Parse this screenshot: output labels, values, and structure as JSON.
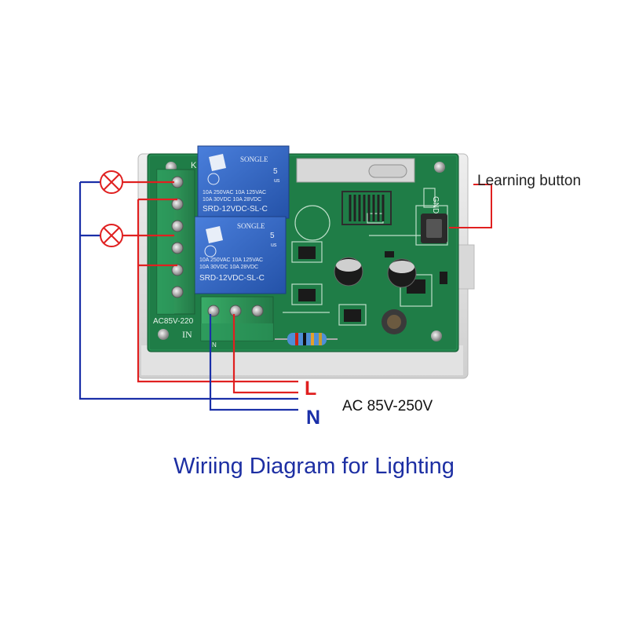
{
  "colors": {
    "line_live": "#e02020",
    "line_neutral": "#1a2fa8",
    "pcb": "#1d7a45",
    "relay": "#2f63c4",
    "terminal": "#2f9a5c",
    "title": "#1d2fa3"
  },
  "relays": [
    {
      "brand": "SONGLE",
      "rating_1": "10A 250VAC  10A 125VAC",
      "rating_2": "10A  30VDC  10A  28VDC",
      "model": "SRD-12VDC-SL-C",
      "pin": "5",
      "mark": "us"
    },
    {
      "brand": "SONGLE",
      "rating_1": "10A 250VAC  10A 125VAC",
      "rating_2": "10A  30VDC  10A  28VDC",
      "model": "SRD-12VDC-SL-C",
      "pin": "5",
      "mark": "us"
    }
  ],
  "board_labels": {
    "k": "K",
    "ac_range": "AC85V-220",
    "in": "IN",
    "gnd": "GND",
    "n_pin": "N"
  },
  "callouts": {
    "learning_button": "Learning button",
    "live": "L",
    "neutral": "N",
    "ac_voltage": "AC 85V-250V"
  },
  "icons": [
    "lamp-icon",
    "lamp-icon"
  ],
  "title": "Wiriing Diagram for Lighting"
}
